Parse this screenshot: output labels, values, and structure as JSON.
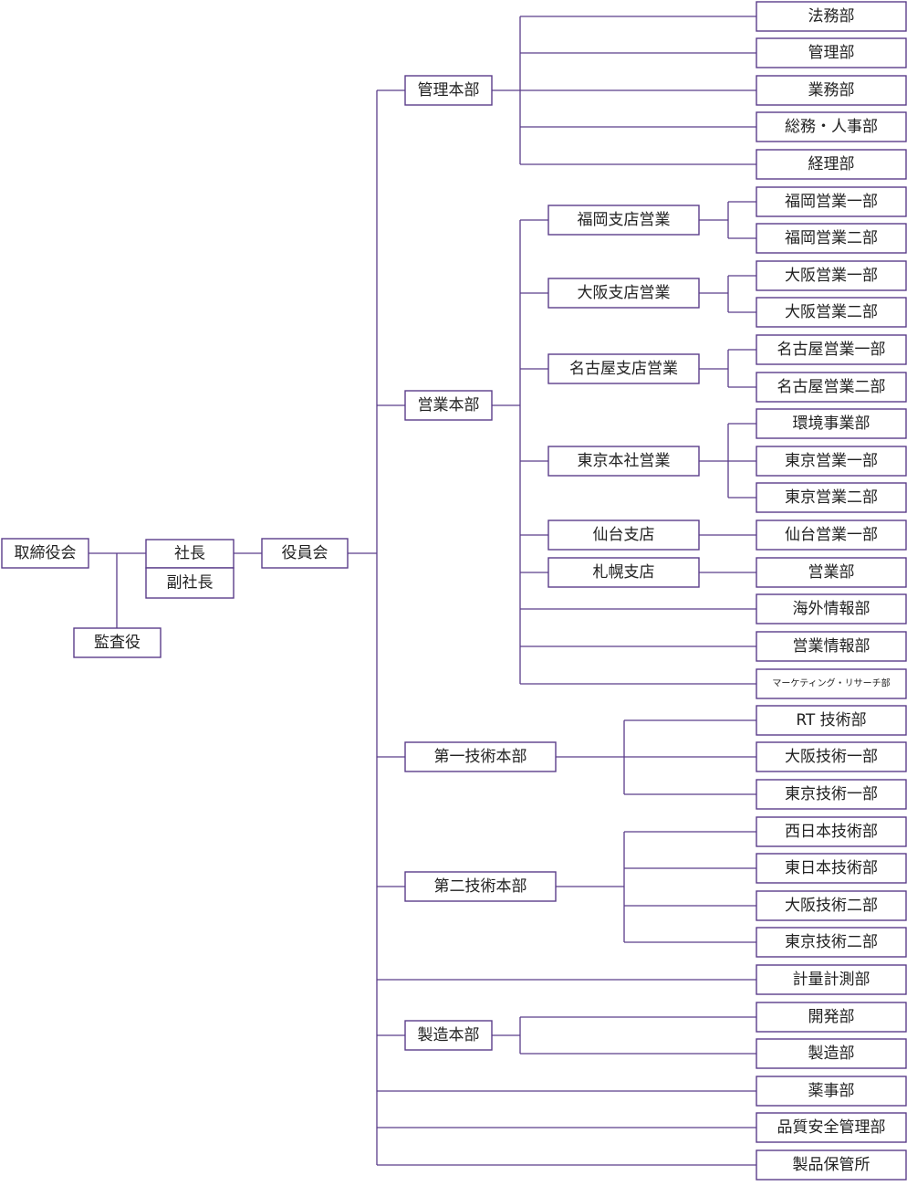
{
  "colors": {
    "line": "#5a3d8a",
    "box_fill": "#ffffff",
    "text": "#222222"
  },
  "nodes": {
    "torishimariyakukai": "取締役会",
    "kansayaku": "監査役",
    "shacho": "社長",
    "fukushacho": "副社長",
    "yakuinkai": "役員会",
    "kanri_honbu": "管理本部",
    "eigyo_honbu": "営業本部",
    "daiichi_gijutsu": "第一技術本部",
    "daini_gijutsu": "第二技術本部",
    "seizo_honbu": "製造本部",
    "houmu": "法務部",
    "kanri": "管理部",
    "gyomu": "業務部",
    "somu_jinji": "総務・人事部",
    "keiri": "経理部",
    "fukuoka_shiten": "福岡支店営業",
    "osaka_shiten": "大阪支店営業",
    "nagoya_shiten": "名古屋支店営業",
    "tokyo_honsha": "東京本社営業",
    "sendai_shiten": "仙台支店",
    "sapporo_shiten": "札幌支店",
    "fukuoka_1": "福岡営業一部",
    "fukuoka_2": "福岡営業二部",
    "osaka_1": "大阪営業一部",
    "osaka_2": "大阪営業二部",
    "nagoya_1": "名古屋営業一部",
    "nagoya_2": "名古屋営業二部",
    "kankyo": "環境事業部",
    "tokyo_1": "東京営業一部",
    "tokyo_2": "東京営業二部",
    "sendai_1": "仙台営業一部",
    "eigyobu": "営業部",
    "kaigai": "海外情報部",
    "eigyo_joho": "営業情報部",
    "marketing": "マーケティング・リサーチ部",
    "rt_gijutsu": "RT 技術部",
    "osaka_gijutsu_1": "大阪技術一部",
    "tokyo_gijutsu_1": "東京技術一部",
    "nishinihon": "西日本技術部",
    "higashinihon": "東日本技術部",
    "osaka_gijutsu_2": "大阪技術二部",
    "tokyo_gijutsu_2": "東京技術二部",
    "keiryo": "計量計測部",
    "kaihatsu": "開発部",
    "seizo": "製造部",
    "yakuji": "薬事部",
    "hinshitsu": "品質安全管理部",
    "seihin_hokan": "製品保管所"
  }
}
